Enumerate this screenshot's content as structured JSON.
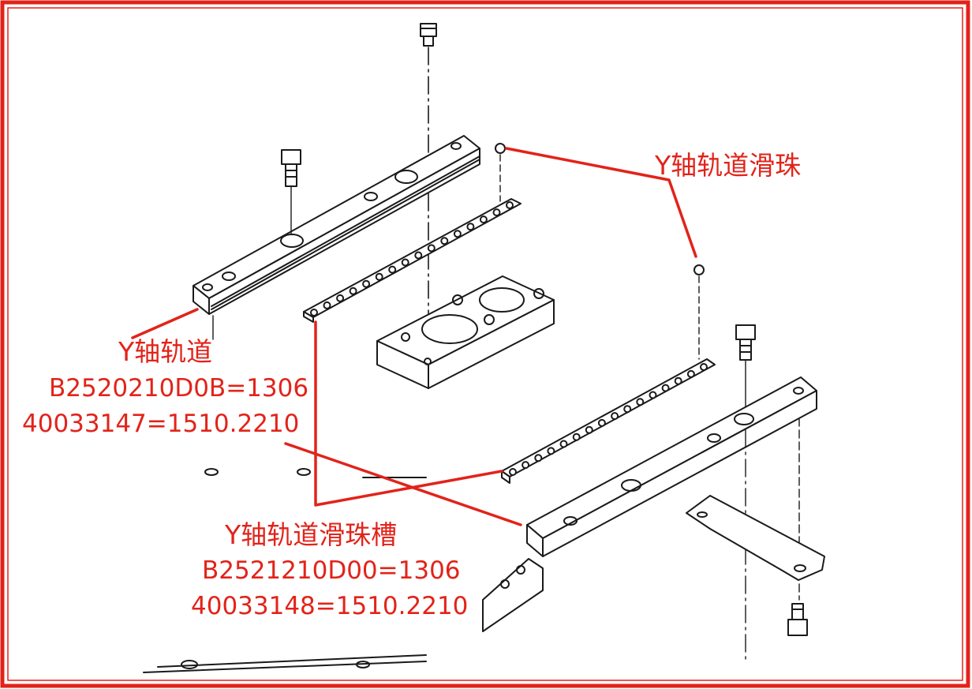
{
  "labels": {
    "slider_ball": {
      "title": "Y轴轨道滑珠"
    },
    "rail": {
      "title": "Y轴轨道",
      "part_no_1": "B2520210D0B=1306",
      "part_no_2": "40033147=1510.2210"
    },
    "ball_groove": {
      "title": "Y轴轨道滑珠槽",
      "part_no_1": "B2521210D00=1306",
      "part_no_2": "40033148=1510.2210"
    }
  },
  "colors": {
    "annotation": "#e2231a",
    "frame_border": "#e2231a",
    "line_art": "#1a1a1a"
  }
}
